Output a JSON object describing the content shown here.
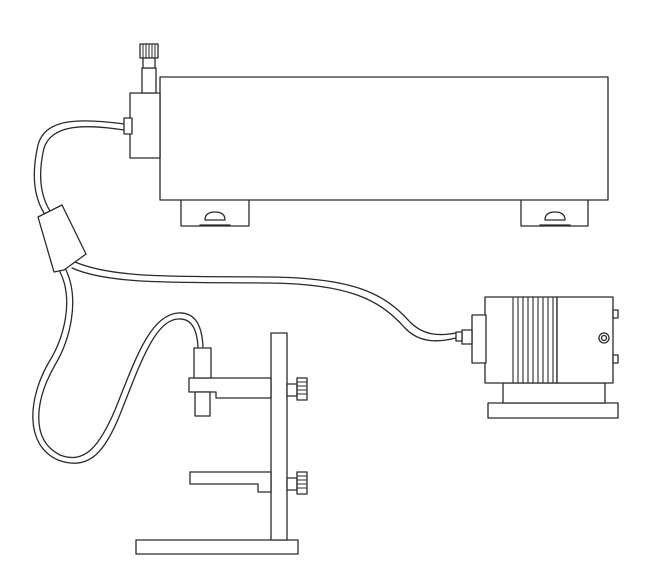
{
  "diagram": {
    "colors": {
      "line": "#2a2a2a",
      "background": "#ffffff"
    },
    "components": [
      {
        "id": "main-unit",
        "shape": "box"
      },
      {
        "id": "light-source",
        "shape": "finned-housing"
      },
      {
        "id": "probe-stand",
        "shape": "stand-with-clamps"
      },
      {
        "id": "fiber-cable",
        "shape": "bifurcated-cable"
      }
    ]
  }
}
